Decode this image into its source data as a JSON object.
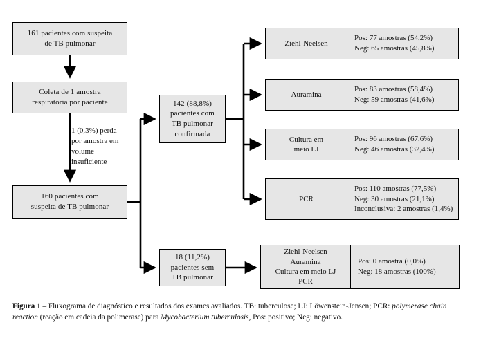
{
  "figure": {
    "nodes": {
      "suspects_initial": "161 pacientes com suspeita\nde TB pulmonar",
      "collection": "Coleta de 1 amostra\nrespiratória por paciente",
      "loss_label": "1 (0,3%) perda\npor amostra em\nvolume\ninsuficiente",
      "suspects_after_loss": "160 pacientes com\nsuspeita de TB pulmonar",
      "confirmed": "142 (88,8%)\npacientes com\nTB pulmonar\nconfirmada",
      "not_confirmed": "18 (11,2%)\npacientes sem\nTB pulmonar"
    },
    "results": [
      {
        "test": "Ziehl-Neelsen",
        "values": "Pos: 77 amostras (54,2%)\nNeg: 65 amostras (45,8%)"
      },
      {
        "test": "Auramina",
        "values": "Pos: 83 amostras (58,4%)\nNeg: 59 amostras (41,6%)"
      },
      {
        "test": "Cultura em\nmeio LJ",
        "values": "Pos: 96 amostras (67,6%)\nNeg: 46 amostras (32,4%)"
      },
      {
        "test": "PCR",
        "values": "Pos: 110 amostras (77,5%)\nNeg: 30 amostras (21,1%)\nInconclusiva: 2 amostras (1,4%)"
      }
    ],
    "negative_result": {
      "test": "Ziehl-Neelsen\nAuramina\nCultura em meio LJ\nPCR",
      "values": "Pos: 0 amostra (0,0%)\nNeg: 18 amostras (100%)"
    },
    "caption": {
      "label": "Figura 1",
      "dash": "–",
      "part1": "Fluxograma de diagnóstico e resultados dos exames avaliados. TB: tuberculose; LJ: Löwenstein-Jensen; PCR:",
      "italic1": "polymerase chain reaction",
      "part2": "(reação em cadeia da polimerase) para",
      "italic2": "Mycobacterium tuberculosis",
      "part3": ", Pos: positivo; Neg: negativo."
    },
    "colors": {
      "box_fill": "#e6e6e6",
      "line": "#000000",
      "background": "#ffffff",
      "text": "#111111"
    }
  }
}
